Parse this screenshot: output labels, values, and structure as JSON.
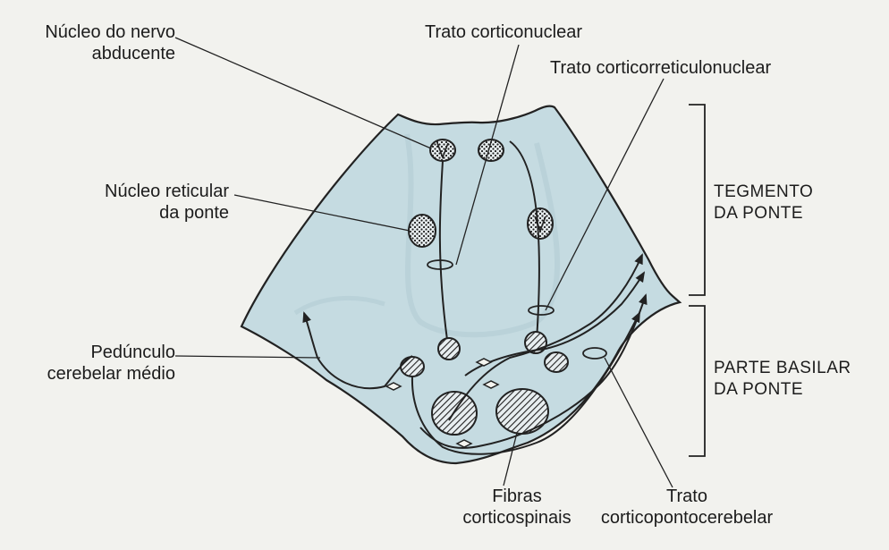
{
  "labels": {
    "abducens_nucleus": [
      "Núcleo do nervo",
      "abducente"
    ],
    "corticonuclear_tract": "Trato corticonuclear",
    "corticoreticulonuclear_tract": "Trato corticorreticulonuclear",
    "reticular_nucleus": [
      "Núcleo reticular",
      "da ponte"
    ],
    "tegmentum": [
      "TEGMENTO",
      "DA PONTE"
    ],
    "middle_cerebellar_peduncle": [
      "Pedúnculo",
      "cerebelar médio"
    ],
    "basilar_part": [
      "PARTE BASILAR",
      "DA PONTE"
    ],
    "corticospinal_fibers": [
      "Fibras",
      "corticospinais"
    ],
    "corticopontocerebellar_tract": [
      "Trato",
      "corticopontocerebelar"
    ]
  },
  "colors": {
    "background": "#f2f2ee",
    "pons_fill": "#c5dbe1",
    "pons_shadow": "#b3ccd3",
    "ink": "#1c1c1c"
  }
}
